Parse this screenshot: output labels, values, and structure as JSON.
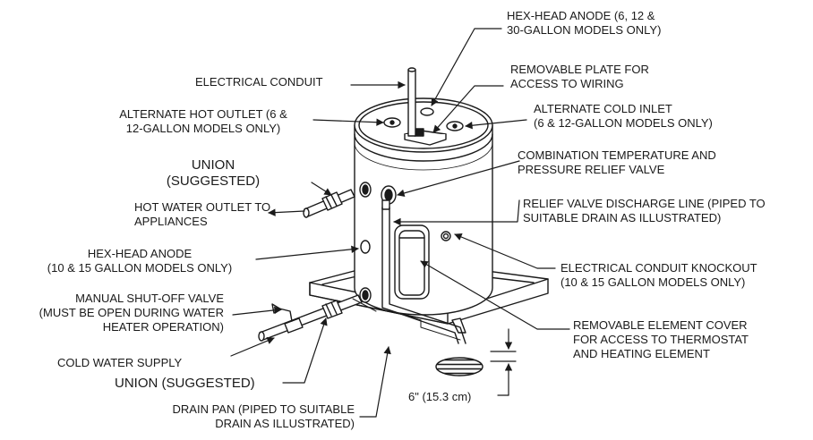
{
  "labels": {
    "hex_anode_top": "HEX-HEAD ANODE (6, 12 &\n30-GALLON MODELS ONLY)",
    "electrical_conduit": "ELECTRICAL CONDUIT",
    "removable_plate": "REMOVABLE PLATE FOR\nACCESS TO WIRING",
    "alt_hot_outlet": "ALTERNATE HOT OUTLET (6 &\n12-GALLON MODELS ONLY)",
    "alt_cold_inlet": "ALTERNATE COLD INLET\n(6 & 12-GALLON MODELS ONLY)",
    "union_top": "UNION\n(SUGGESTED)",
    "tp_valve": "COMBINATION TEMPERATURE AND\nPRESSURE RELIEF VALVE",
    "hot_water_outlet": "HOT WATER OUTLET TO\nAPPLIANCES",
    "discharge_line": "RELIEF VALVE DISCHARGE LINE (PIPED TO\nSUITABLE DRAIN AS ILLUSTRATED)",
    "hex_anode_side": "HEX-HEAD ANODE\n(10 & 15 GALLON MODELS ONLY)",
    "conduit_knockout": "ELECTRICAL CONDUIT KNOCKOUT\n(10 & 15 GALLON MODELS ONLY)",
    "shutoff_valve": "MANUAL SHUT-OFF VALVE\n(MUST BE OPEN DURING WATER\nHEATER OPERATION)",
    "element_cover": "REMOVABLE ELEMENT COVER\nFOR ACCESS TO THERMOSTAT\nAND HEATING ELEMENT",
    "cold_water_supply": "COLD WATER SUPPLY",
    "union_bottom": "UNION (SUGGESTED)",
    "drain_pan": "DRAIN PAN (PIPED TO SUITABLE\nDRAIN AS ILLUSTRATED)",
    "dimension": "6\" (15.3 cm)"
  },
  "colors": {
    "ink": "#1a1a1a",
    "paper": "#ffffff"
  }
}
